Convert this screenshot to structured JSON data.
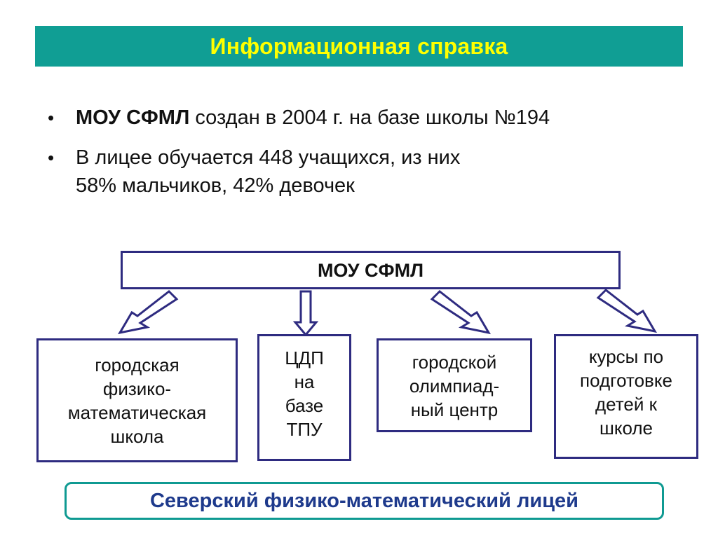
{
  "header": {
    "title": "Информационная справка"
  },
  "bullets": [
    {
      "bold": "МОУ СФМЛ",
      "text": " создан в 2004 г. на базе школы №194"
    },
    {
      "line1": "В лицее обучается 448 учащихся, из них",
      "line2": "58% мальчиков, 42% девочек"
    }
  ],
  "diagram": {
    "root": "МОУ СФМЛ",
    "children": [
      "городская\nфизико-\nматематическая\nшкола",
      "ЦДП\nна\nбазе\nТПУ",
      "городской\nолимпиад-\nный центр",
      "курсы по\nподготовке\nдетей к\nшколе"
    ]
  },
  "footer": {
    "text": "Северский физико-математический лицей"
  },
  "colors": {
    "title_bg": "#109e94",
    "title_text": "#ffff00",
    "box_border": "#2e2b80",
    "footer_border": "#0f9a92",
    "footer_text": "#1e3a8c"
  }
}
